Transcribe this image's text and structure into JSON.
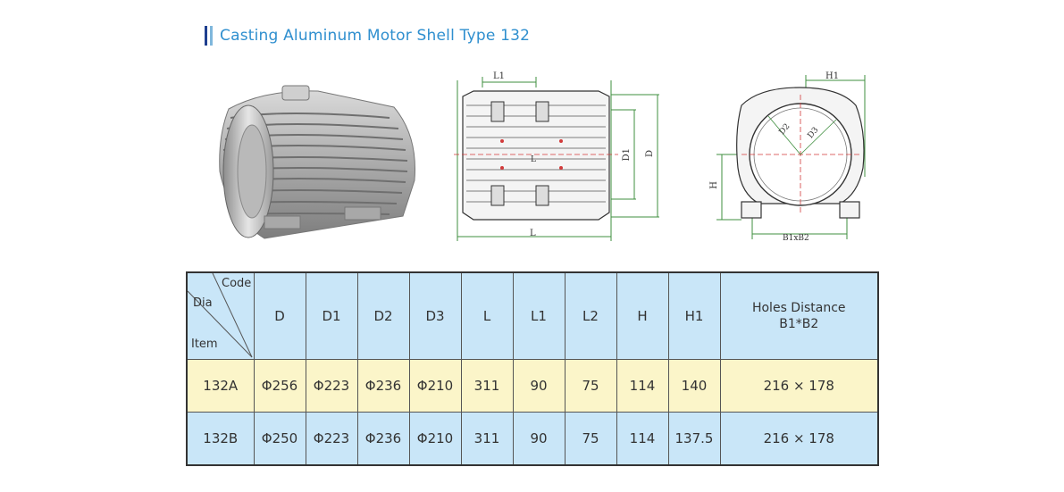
{
  "title": "Casting Aluminum Motor Shell Type 132",
  "drawing_labels": {
    "side_L1": "L1",
    "side_D1": "D1",
    "side_D": "D",
    "side_L": "L",
    "side_L_center": "L",
    "end_H1": "H1",
    "end_D2": "D2",
    "end_D3": "D3",
    "end_H": "H",
    "end_B": "B1xB2"
  },
  "table": {
    "corner": {
      "code": "Code",
      "dia": "Dia",
      "item": "Item"
    },
    "headers": [
      "D",
      "D1",
      "D2",
      "D3",
      "L",
      "L1",
      "L2",
      "H",
      "H1"
    ],
    "holes_header_line1": "Holes Distance",
    "holes_header_line2": "B1*B2",
    "rows": [
      {
        "item": "132A",
        "values": [
          "Φ256",
          "Φ223",
          "Φ236",
          "Φ210",
          "311",
          "90",
          "75",
          "114",
          "140"
        ],
        "holes": "216 × 178"
      },
      {
        "item": "132B",
        "values": [
          "Φ250",
          "Φ223",
          "Φ236",
          "Φ210",
          "311",
          "90",
          "75",
          "114",
          "137.5"
        ],
        "holes": "216 × 178"
      }
    ]
  },
  "colors": {
    "title": "#2f8fcf",
    "header_bg": "#c9e6f8",
    "row_a_bg": "#fbf5c9",
    "row_b_bg": "#c9e6f8",
    "dim_line": "#3f8f3f",
    "center_line": "#d23a3a"
  }
}
